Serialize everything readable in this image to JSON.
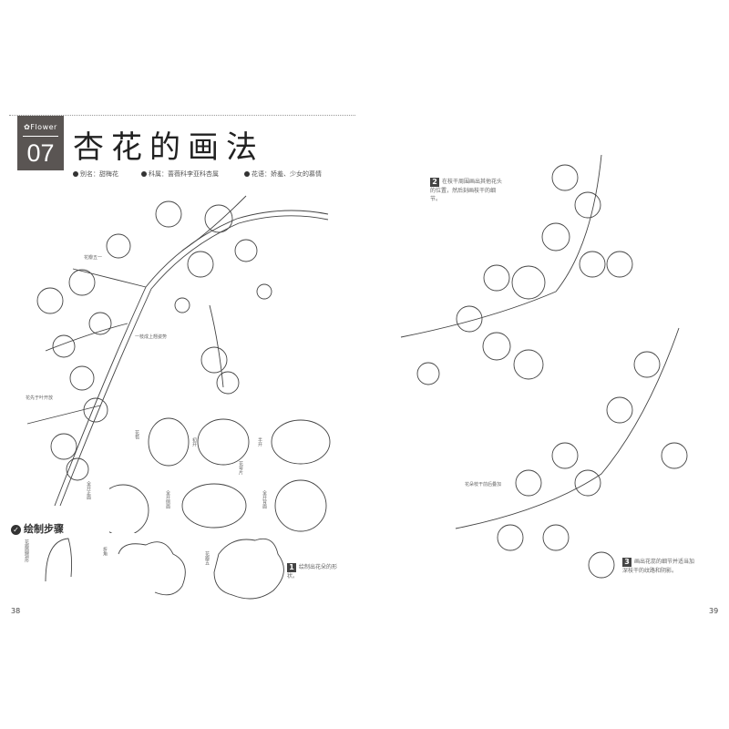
{
  "left_page": {
    "badge": {
      "category": "✿Flower",
      "number": "07"
    },
    "title": "杏花的画法",
    "info": [
      {
        "label": "别名：甜梅花"
      },
      {
        "label": "科属：蔷薇科李亚科杏属"
      },
      {
        "label": "花语：娇羞、少女的慕情"
      }
    ],
    "annotations": {
      "a1": "花瓣五一",
      "a2": "一枝成上翘姿势",
      "a3": "花先于叶开放",
      "bud": "花苞",
      "early": "初开",
      "half": "半开",
      "calyx": "花萼片",
      "front_open": "全开正面",
      "side_open": "全开侧面",
      "back_open": "全开背面"
    },
    "steps_heading": "绘制步骤",
    "step_labels": {
      "s1": "花瓣圆弧形",
      "s2": "折角",
      "s3": "花瓣五"
    },
    "step1": {
      "num": "1",
      "text": "绘制出花朵的形状。"
    },
    "page_number": "38"
  },
  "right_page": {
    "step2": {
      "num": "2",
      "text": "在枝干周围画出其他花头的位置，然后刻画枝干的细节。"
    },
    "annotation": "花朵枝干前后叠加",
    "step3": {
      "num": "3",
      "text": "画出花蕊的细节并适当加深枝干的纹路和阴影。"
    },
    "page_number": "39"
  }
}
